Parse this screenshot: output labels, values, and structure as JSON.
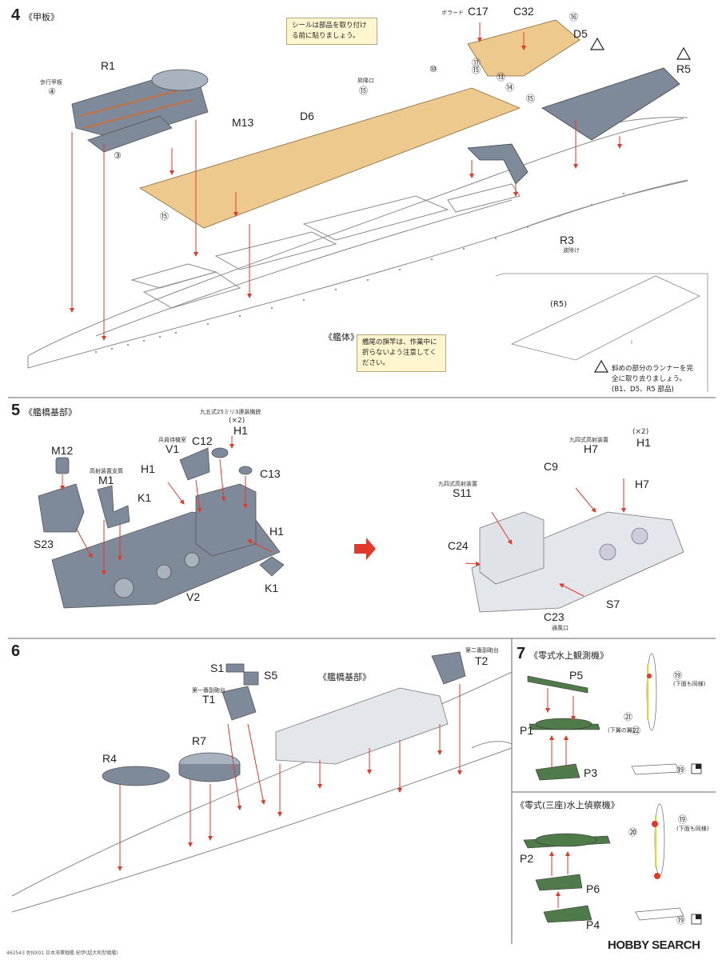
{
  "colors": {
    "deck_tan": "#edc98e",
    "part_blue": "#7e8a99",
    "part_blue_light": "#a9b3c0",
    "plane_green": "#4f7a4a",
    "arrow_red": "#e23a2a",
    "hull_line": "#8a8a8a",
    "note_bg": "#fff5cf"
  },
  "step4": {
    "number": "4",
    "title": "《甲板》",
    "label_R1": "R1",
    "label_M13": "M13",
    "label_D6": "D6",
    "label_C17": "C17",
    "label_bollard": "ボラード",
    "label_C32": "C32",
    "label_D5": "D5",
    "label_R5": "R5",
    "label_R3": "R3",
    "label_R3_sub": "波除け",
    "label_walkway": "歩行甲板",
    "label_hatch": "昇降口",
    "note_seal": "シールは部品を取り付ける前に貼りましょう。",
    "label_hull": "《艦体》",
    "note_flag": "艦尾の旗竿は、作業中に折らないよう注意してください。",
    "inset_label": "(R5)",
    "inset_note": "斜めの部分のランナーを完全に取り去りましょう。(B1、D5、R5 部品)",
    "c4": "④",
    "c3": "③",
    "c15a": "⑮",
    "c15b": "⑮",
    "c15c": "⑮",
    "c15d": "⑮",
    "c10": "⑩",
    "c11": "⑪",
    "c13": "⑬",
    "c14": "⑭",
    "c16": "⑯"
  },
  "step5": {
    "number": "5",
    "title": "《艦橋基部》",
    "label_M12": "M12",
    "label_M1": "M1",
    "label_M1_sub": "高射装置支筒",
    "label_S23": "S23",
    "label_V1": "V1",
    "label_V1_sub": "兵員待機室",
    "label_C12": "C12",
    "label_H1a": "H1",
    "label_H1a_sub": "(×2)",
    "label_H1a_top": "九五式25ミリ3連装機銃",
    "label_C13": "C13",
    "label_H1b": "H1",
    "label_K1a": "K1",
    "label_H1c": "H1",
    "label_K1b": "K1",
    "label_V2": "V2",
    "label_C9": "C9",
    "label_S11": "S11",
    "label_S11_sub": "九四式高射装置",
    "label_H7a": "H7",
    "label_H7a_sub": "九四式高射装置",
    "label_H1d": "H1",
    "label_H1d_sub": "(×2)",
    "label_H7b": "H7",
    "label_C24": "C24",
    "label_S7": "S7",
    "label_C23": "C23",
    "label_C23_sub": "通風口"
  },
  "step6": {
    "number": "6",
    "label_S1": "S1",
    "label_S5": "S5",
    "label_T1": "T1",
    "label_T1_sub": "第一番副砲台",
    "label_bridge": "《艦橋基部》",
    "label_T2": "T2",
    "label_T2_sub": "第二番副砲台",
    "label_R7": "R7",
    "label_R4": "R4"
  },
  "step7": {
    "number": "7",
    "title1": "《零式水上観測機》",
    "label_P5": "P5",
    "label_P1": "P1",
    "label_P3": "P3",
    "c19a": "⑲",
    "c19a_sub": "(下面も同様)",
    "c21": "㉑",
    "c22_sub": "(下翼の翼)",
    "c22": "㉒",
    "c19b": "⑲",
    "title2": "《零式(三座)水上偵察機》",
    "label_P2": "P2",
    "label_P6": "P6",
    "label_P4": "P4",
    "c19c": "⑲",
    "c19c_sub": "(下面も同様)",
    "c20": "⑳",
    "c19d": "⑲"
  },
  "footer": {
    "left": "462543 佐NX01 日本海軍戦艦 紀伊(超大和型戦艦)",
    "watermark": "HOBBY SEARCH"
  }
}
